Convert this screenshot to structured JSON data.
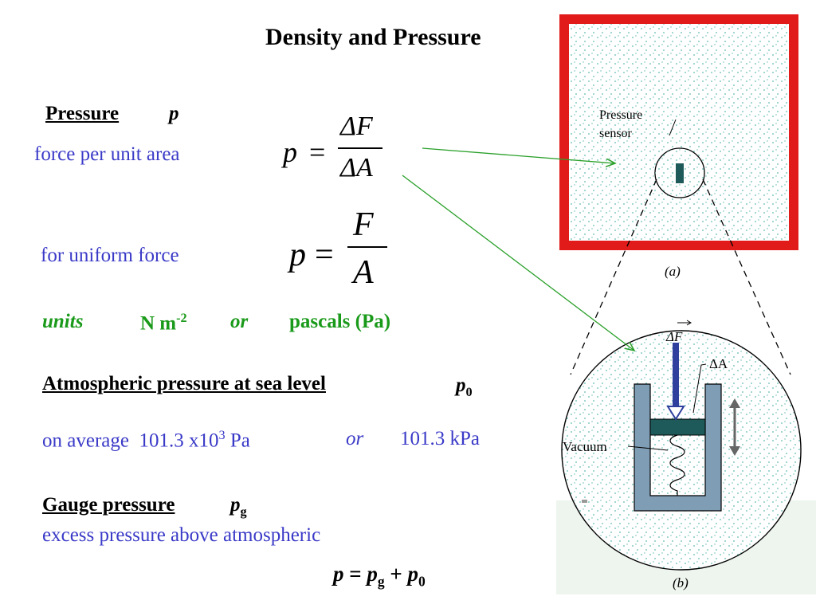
{
  "title": "Density and Pressure",
  "pressure": {
    "heading": "Pressure",
    "symbol": "p",
    "desc": "force per unit area",
    "eq_lhs": "p",
    "eq_eq": "=",
    "eq_num": "ΔF",
    "eq_den": "ΔA"
  },
  "uniform": {
    "desc": "for uniform force",
    "eq_lhs": "p",
    "eq_eq": "=",
    "eq_num": "F",
    "eq_den": "A"
  },
  "units": {
    "label": "units",
    "nm": "N m",
    "nm_exp": "-2",
    "or": "or",
    "pascals": "pascals (Pa)"
  },
  "atmospheric": {
    "heading": "Atmospheric pressure at sea level",
    "symbol": "p",
    "symbol_sub": "0",
    "avg_prefix": "on average  101.3 x10",
    "avg_exp": "3",
    "avg_unit": " Pa",
    "or": "or",
    "kpa": "101.3 kPa"
  },
  "gauge": {
    "heading": "Gauge pressure",
    "symbol": "p",
    "symbol_sub": "g",
    "desc": "excess pressure above atmospheric",
    "eq_p": "p",
    "eq_eq": " = ",
    "eq_pg": "p",
    "eq_pg_sub": "g",
    "eq_plus": " + ",
    "eq_p0": "p",
    "eq_p0_sub": "0"
  },
  "figure": {
    "sensor_label_1": "Pressure",
    "sensor_label_2": "sensor",
    "caption_a": "(a)",
    "caption_b": "(b)",
    "force_label": "ΔF",
    "area_label": "ΔA",
    "vacuum_label": "Vacuum"
  },
  "colors": {
    "frame_red": "#e11a1a",
    "dots": "#5fb8b0",
    "sensor_body": "#7f9db5",
    "piston": "#1f5a5a",
    "force_arrow": "#2e3f9e",
    "pointer_green": "#2aa02a",
    "text_blue": "#3a3ac8",
    "text_green": "#1a9a1a"
  }
}
